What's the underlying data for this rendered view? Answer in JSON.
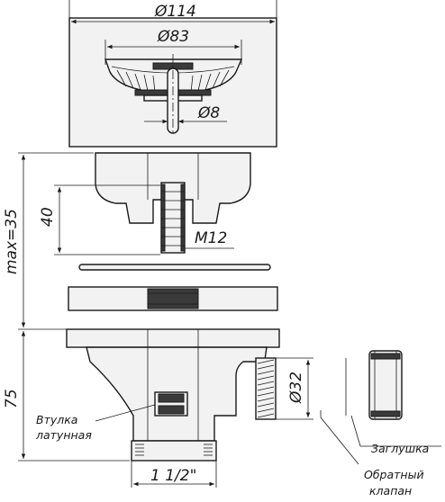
{
  "dimensions": {
    "outer_diameter": "Ø114",
    "strainer_diameter": "Ø83",
    "stem_diameter": "Ø8",
    "stud_length": "40",
    "thread": "M12",
    "max_height": "max=35",
    "lower_height": "75",
    "outlet_diameter": "Ø32",
    "outlet_thread": "1 1/2\""
  },
  "labels": {
    "bushing_line1": "Втулка",
    "bushing_line2": "латунная",
    "plug": "Заглушка",
    "check_valve_line1": "Обратный",
    "check_valve_line2": "клапан"
  }
}
